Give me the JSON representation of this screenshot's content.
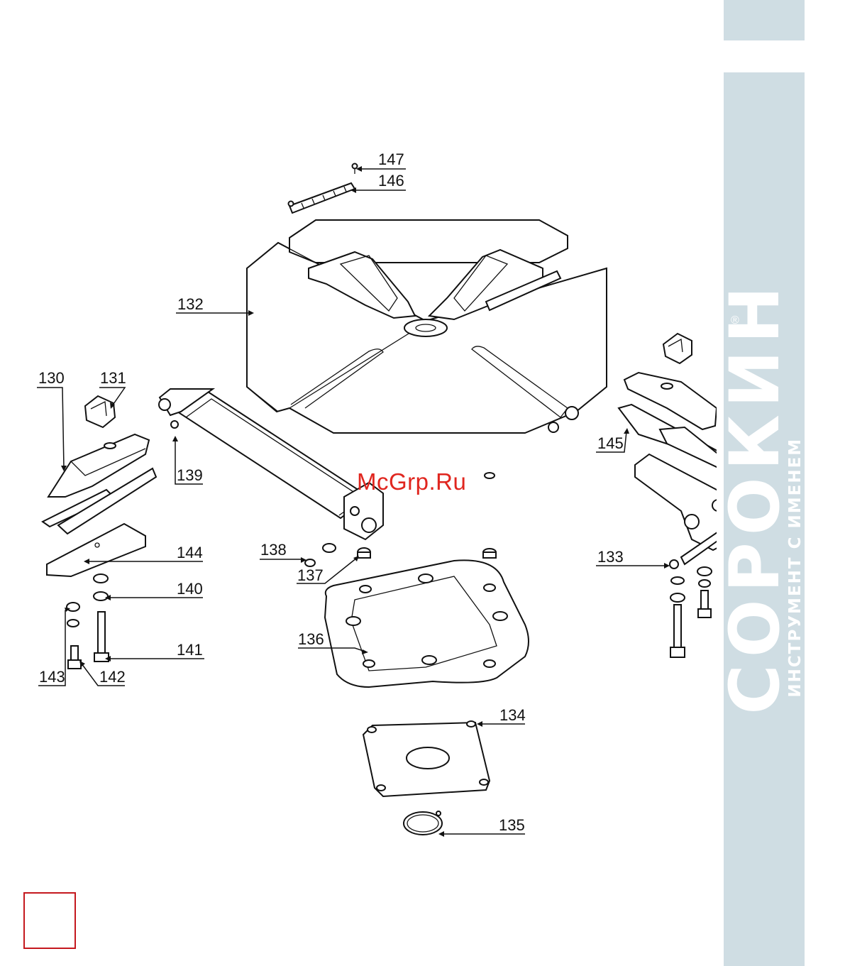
{
  "brand": {
    "name": "СОРОКИН",
    "tagline": "ИНСТРУМЕНТ С ИМЕНЕМ",
    "registered_mark": "®"
  },
  "watermark": "McGrp.Ru",
  "page_number": "",
  "callouts": {
    "c130": "130",
    "c131": "131",
    "c132": "132",
    "c133": "133",
    "c134": "134",
    "c135": "135",
    "c136": "136",
    "c137": "137",
    "c138": "138",
    "c139": "139",
    "c140": "140",
    "c141": "141",
    "c142": "142",
    "c143": "143",
    "c144": "144",
    "c145": "145",
    "c146": "146",
    "c147": "147"
  },
  "colors": {
    "sidebar": "#cfdde3",
    "page_box_border": "#c4181e",
    "watermark": "#e0261f"
  }
}
